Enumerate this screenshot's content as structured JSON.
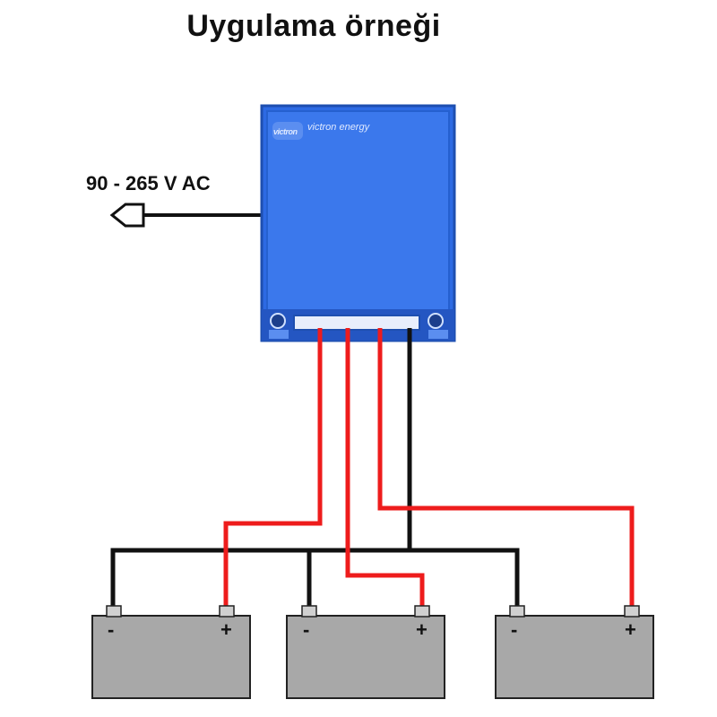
{
  "title": "Uygulama örneği",
  "input_label": "90 - 265 V AC",
  "device": {
    "brand": "victron energy",
    "logo": "victron"
  },
  "batteries": [
    {
      "minus": "-",
      "plus": "+"
    },
    {
      "minus": "-",
      "plus": "+"
    },
    {
      "minus": "-",
      "plus": "+"
    }
  ],
  "colors": {
    "charger_blue": "#2d6ae3",
    "charger_dark": "#1e4fb0",
    "positive_wire": "#ee1c1c",
    "negative_wire": "#111111",
    "battery_gray": "#a8a8a8"
  }
}
